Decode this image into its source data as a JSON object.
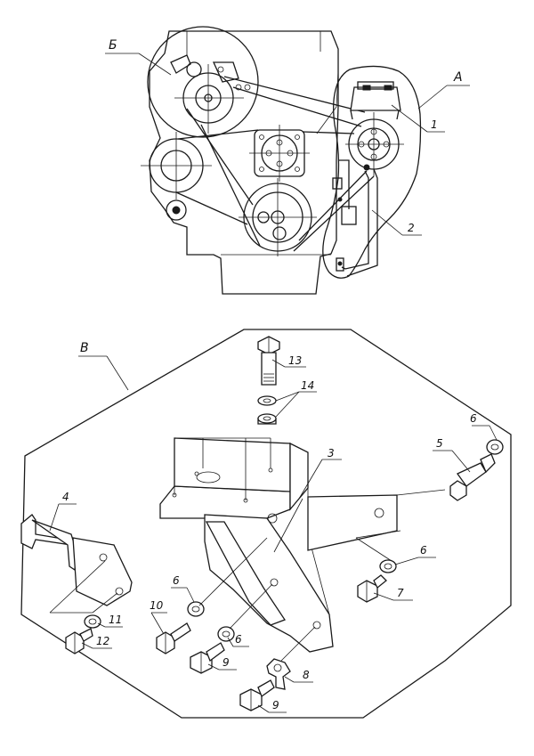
{
  "callouts": {
    "view_b": "Б",
    "view_a": "А",
    "view_v": "В",
    "p1": "1",
    "p2": "2",
    "p3": "3",
    "p4": "4",
    "p5": "5",
    "p6a": "6",
    "p6b": "6",
    "p6c": "6",
    "p6d": "6",
    "p7": "7",
    "p8": "8",
    "p9a": "9",
    "p9b": "9",
    "p10": "10",
    "p11": "11",
    "p12": "12",
    "p13": "13",
    "p14": "14"
  }
}
